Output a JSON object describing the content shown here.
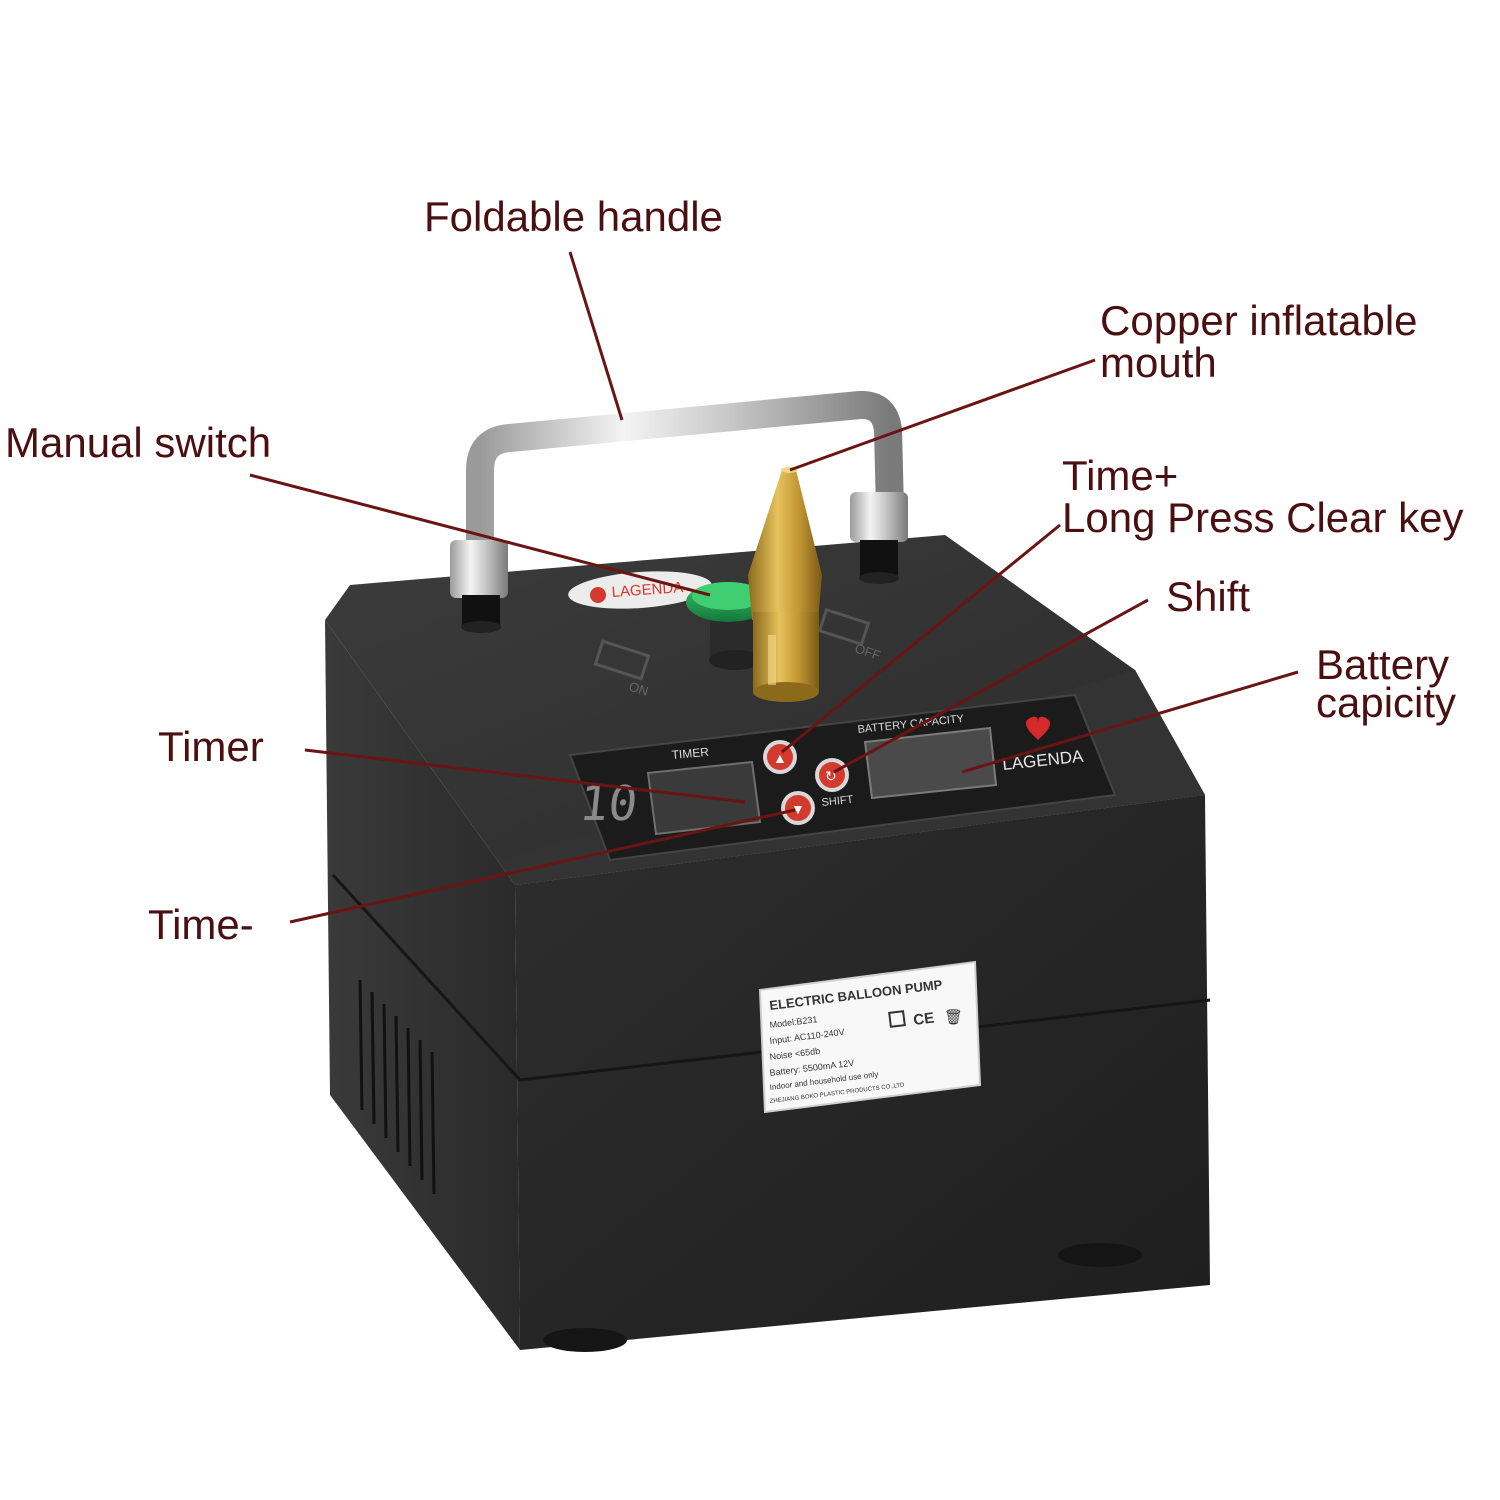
{
  "callouts": {
    "foldable_handle": "Foldable handle",
    "copper_mouth_1": "Copper inflatable",
    "copper_mouth_2": "mouth",
    "manual_switch": "Manual switch",
    "time_plus_1": "Time+",
    "time_plus_2": "Long Press Clear key",
    "shift": "Shift",
    "battery_1": "Battery",
    "battery_2": "capicity",
    "timer": "Timer",
    "time_minus": "Time-"
  },
  "device": {
    "panel_timer": "TIMER",
    "panel_battery": "BATTERY CAPACITY",
    "panel_shift": "SHIFT",
    "brand": "LAGENDA",
    "top_on": "ON",
    "top_off": "OFF",
    "top_sticker": "LAGENDA",
    "timer_reading": "10",
    "label_title": "ELECTRIC BALLOON PUMP",
    "label_lines": [
      "Model:B231",
      "Input: AC110-240V",
      "Noise <65db",
      "Battery: 5500mA  12V",
      "Indoor and household use only",
      "ZHEJIANG BOKO PLASTIC PRODUCTS CO.,LTD"
    ],
    "cert_ce": "CE"
  },
  "colors": {
    "callout_text": "#4a0f10",
    "leader_line": "#6b1414",
    "body": "#262626",
    "switch": "#1f9a4a",
    "nozzle": "#b8902c"
  }
}
